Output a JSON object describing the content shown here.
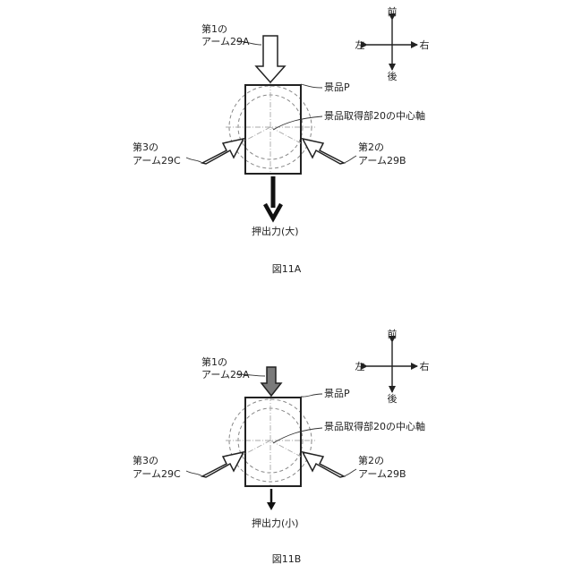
{
  "figures": [
    {
      "id": "11A",
      "caption": "図11A",
      "arm_a_label": [
        "第1の",
        "アーム29A"
      ],
      "arm_b_label": [
        "第2の",
        "アーム29B"
      ],
      "arm_c_label": [
        "第3の",
        "アーム29C"
      ],
      "prize_label": "景品P",
      "axis_label": "景品取得部20の中心軸",
      "push_label": "押出力(大)",
      "compass": {
        "front": "前",
        "back": "後",
        "left": "左",
        "right": "右"
      },
      "arm_a_style": "outline",
      "push_force": "large"
    },
    {
      "id": "11B",
      "caption": "図11B",
      "arm_a_label": [
        "第1の",
        "アーム29A"
      ],
      "arm_b_label": [
        "第2の",
        "アーム29B"
      ],
      "arm_c_label": [
        "第3の",
        "アーム29C"
      ],
      "prize_label": "景品P",
      "axis_label": "景品取得部20の中心軸",
      "push_label": "押出力(小)",
      "compass": {
        "front": "前",
        "back": "後",
        "left": "左",
        "right": "右"
      },
      "arm_a_style": "gray-filled",
      "push_force": "small"
    }
  ],
  "colors": {
    "line": "#222222",
    "dashed_circle": "#888888",
    "gray_arrow_fill": "#7a7a7a"
  }
}
